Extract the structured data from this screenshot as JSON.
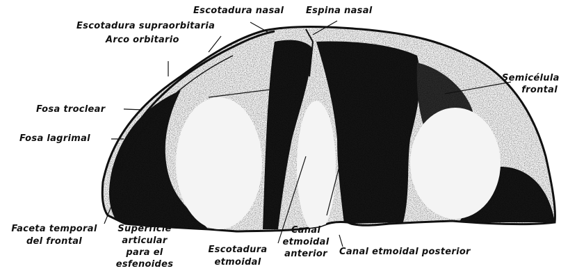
{
  "figure": {
    "labels": {
      "escotadura_nasal": "Escotadura nasal",
      "espina_nasal": "Espina nasal",
      "escotadura_supraorbitaria": "Escotadura supraorbitaria",
      "arco_orbitario": "Arco orbitario",
      "semicelula_frontal_1": "Semicélula",
      "semicelula_frontal_2": "frontal",
      "fosa_troclear": "Fosa troclear",
      "fosa_lagrimal": "Fosa lagrimal",
      "faceta_temporal_1": "Faceta temporal",
      "faceta_temporal_2": "del frontal",
      "superficie_articular_1": "Superficie",
      "superficie_articular_2": "articular",
      "superficie_articular_3": "para el",
      "superficie_articular_4": "esfenoides",
      "escotadura_etmoidal_1": "Escotadura",
      "escotadura_etmoidal_2": "etmoidal",
      "canal_etmoidal_anterior_1": "Canal",
      "canal_etmoidal_anterior_2": "etmoidal",
      "canal_etmoidal_anterior_3": "anterior",
      "canal_etmoidal_posterior": "Canal etmoidal posterior"
    },
    "colors": {
      "bone": "#f2f2f2",
      "shadow": "#141414",
      "ink": "#111111"
    }
  }
}
